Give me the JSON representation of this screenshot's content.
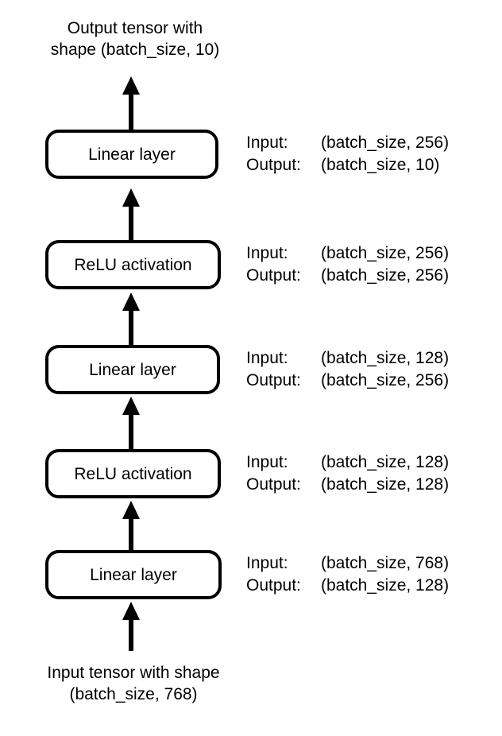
{
  "diagram": {
    "title_top": "Output tensor with\nshape (batch_size, 10)",
    "title_bottom": "Input tensor with shape\n(batch_size, 768)",
    "stroke_color": "#000000",
    "background_color": "#ffffff",
    "input_label": "Input:",
    "output_label": "Output:",
    "nodes": [
      {
        "label": "Linear layer",
        "input_label": "Input:",
        "input_shape": "(batch_size, 256)",
        "output_label": "Output:",
        "output_shape": "(batch_size, 10)"
      },
      {
        "label": "ReLU activation",
        "input_label": "Input:",
        "input_shape": "(batch_size, 256)",
        "output_label": "Output:",
        "output_shape": "(batch_size, 256)"
      },
      {
        "label": "Linear layer",
        "input_label": "Input:",
        "input_shape": "(batch_size, 128)",
        "output_label": "Output:",
        "output_shape": "(batch_size, 256)"
      },
      {
        "label": "ReLU activation",
        "input_label": "Input:",
        "input_shape": "(batch_size, 128)",
        "output_label": "Output:",
        "output_shape": "(batch_size, 128)"
      },
      {
        "label": "Linear layer",
        "input_label": "Input:",
        "input_shape": "(batch_size, 768)",
        "output_label": "Output:",
        "output_shape": "(batch_size, 128)"
      }
    ]
  }
}
